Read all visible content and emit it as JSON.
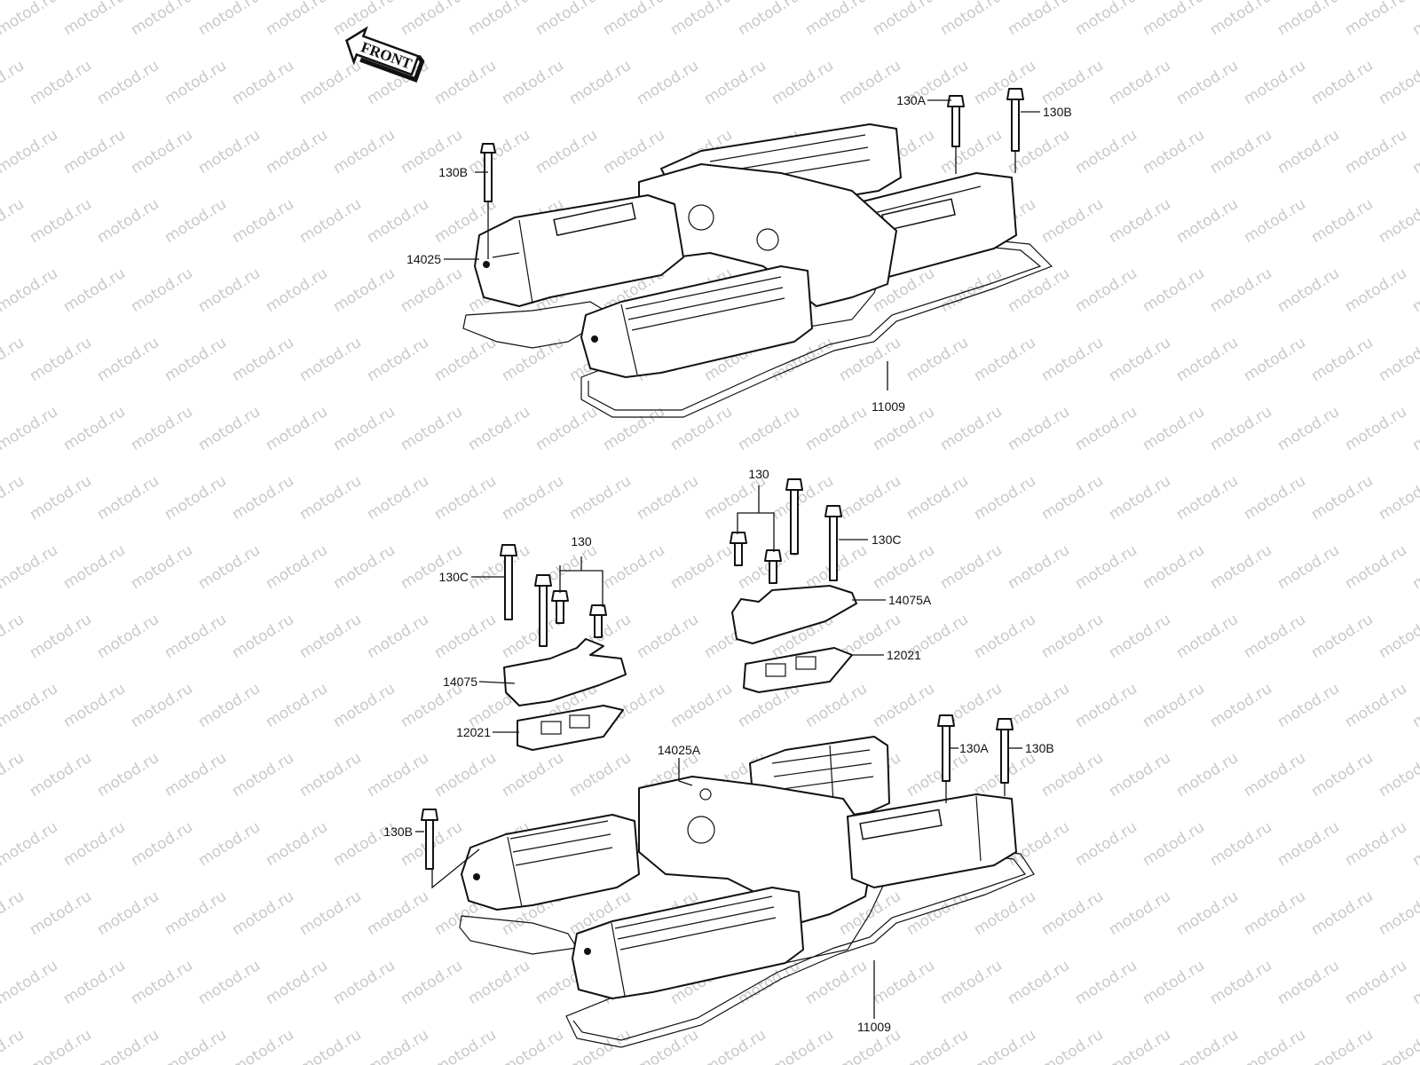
{
  "watermark": {
    "text": "motod.ru"
  },
  "front_arrow": {
    "label": "FRONT"
  },
  "callouts": {
    "top": {
      "130A": "130A",
      "130B_right": "130B",
      "130B_left": "130B",
      "14025": "14025",
      "11009": "11009"
    },
    "middle": {
      "130_left": "130",
      "130C_left": "130C",
      "14075": "14075",
      "12021_left": "12021",
      "130_right": "130",
      "130C_right": "130C",
      "14075A": "14075A",
      "12021_right": "12021"
    },
    "bottom": {
      "14025A": "14025A",
      "130A": "130A",
      "130B_right": "130B",
      "130B_left": "130B",
      "11009": "11009"
    }
  }
}
